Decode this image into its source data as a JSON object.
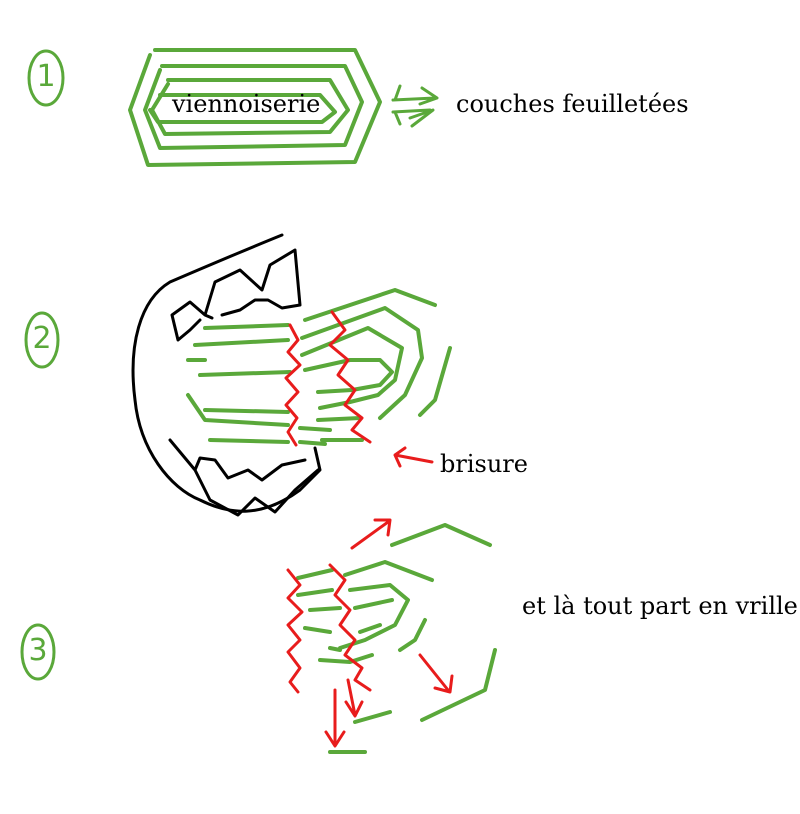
{
  "steps": [
    {
      "number": "1",
      "text": "viennoiserie",
      "annotation": "couches feuilletées"
    },
    {
      "number": "2",
      "annotation": "brisure"
    },
    {
      "number": "3",
      "annotation": "et là tout part en vrille"
    }
  ],
  "colors": {
    "layers": "#5aa83a",
    "cracks": "#e81c1c",
    "mouth": "#000000",
    "text": "#000000"
  }
}
